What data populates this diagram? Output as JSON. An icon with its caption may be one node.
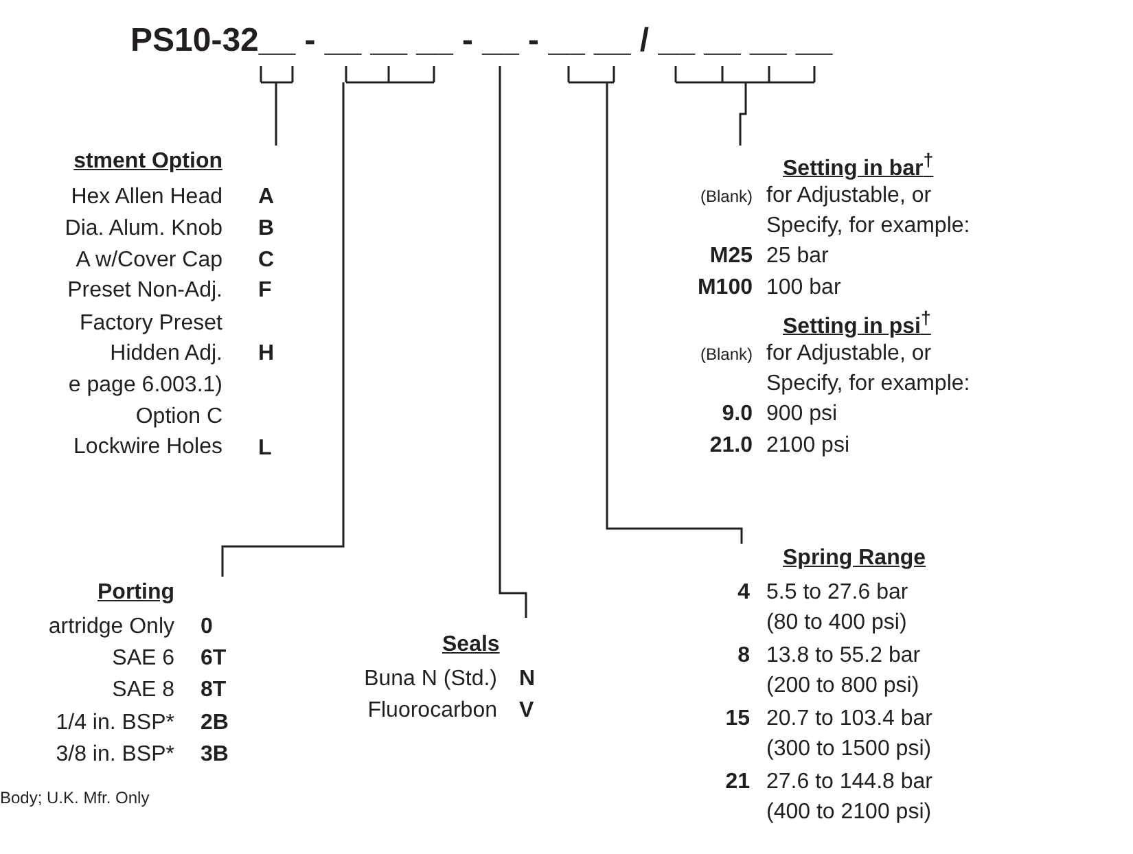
{
  "diagram": {
    "nodes": [
      {
        "text": [
          "PS10-32__ - __ __ __ - __ - __ __ / __ __ __ __"
        ]
      },
      {
        "text": [
          "stment Option",
          "Hex Allen Head",
          "A",
          "Dia. Alum. Knob",
          "B",
          "A w/Cover Cap",
          "C",
          "Preset Non-Adj.",
          "F",
          "Factory Preset Hidden Adj.",
          "H",
          "e page 6.003.1)",
          "Option C Lockwire Holes",
          "L"
        ]
      },
      {
        "text": [
          "Porting",
          "artridge Only",
          "0",
          "SAE 6",
          "6T",
          "SAE 8",
          "8T",
          "1/4 in. BSP*",
          "2B",
          "3/8 in. BSP*",
          "3B"
        ]
      },
      {
        "text": [
          "Seals",
          "Buna N (Std.)",
          "N",
          "Fluorocarbon",
          "V"
        ]
      },
      {
        "text": [
          "Spring Range",
          "4",
          "5.5 to 27.6 bar (80 to 400 psi)",
          "8",
          "13.8 to 55.2 bar (200 to 800 psi)",
          "15",
          "20.7 to 103.4 bar (300 to 1500 psi)",
          "21",
          "27.6 to 144.8 bar (400 to 2100 psi)"
        ]
      },
      {
        "text": [
          "Setting in bar$^{†}$",
          "(Blank)",
          "for Adjustable, or Specify, for example:",
          "M25",
          "25 bar",
          "M100",
          "100 bar",
          "Setting in psi$^{†}$",
          "(Blank)",
          "for Adjustable, or Specify, for example:",
          "9.0",
          "900 psi",
          "21.0",
          "2100 psi"
        ]
      }
    ],
    "edges": [
      {
        "from": 0,
        "to": 1,
        "arrow": "none"
      },
      {
        "from": 0,
        "to": 2,
        "arrow": "none"
      },
      {
        "from": 0,
        "to": 3,
        "arrow": "none"
      },
      {
        "from": 0,
        "to": 4,
        "arrow": "none"
      },
      {
        "from": 0,
        "to": 5,
        "arrow": "none"
      }
    ],
    "labels": [
      "Body; U.K. Mfr. Only"
    ]
  }
}
